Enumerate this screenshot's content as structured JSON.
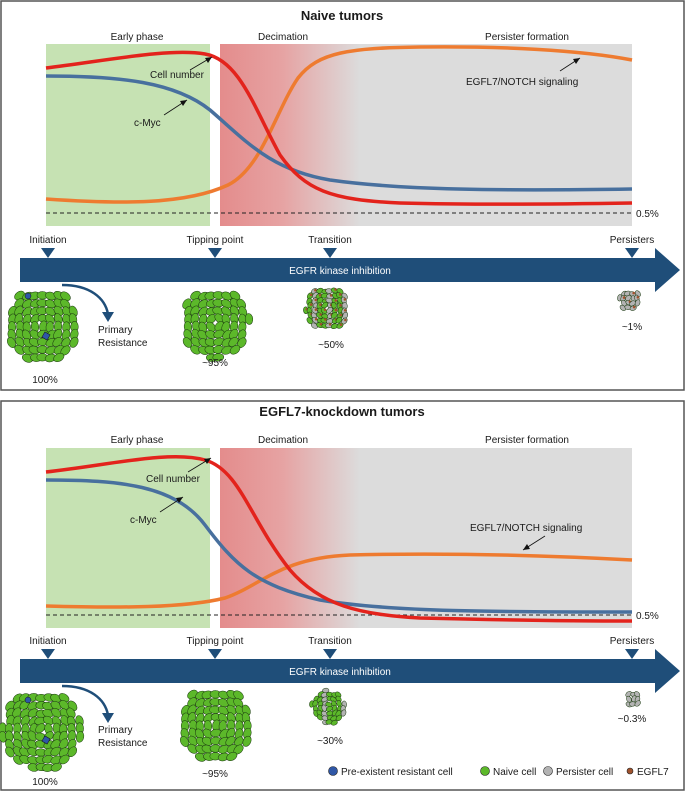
{
  "colors": {
    "early": "#c6e2b3",
    "decimation": "#e48c8c",
    "persister": "#dcdcdc",
    "cell_number": "#e3231c",
    "cmyc": "#48709e",
    "egfl7": "#ee7b30",
    "arrow": "#1f4e79",
    "naive": "#5cb82a",
    "resistant": "#2f57a6",
    "persister_cell": "#b3b3b3",
    "egfl7_dot": "#a0522d"
  },
  "panels": [
    {
      "title": "Naive tumors",
      "phases": {
        "early": "Early phase",
        "decimation": "Decimation",
        "persister": "Persister formation"
      },
      "curves": {
        "cell_number": "Cell number",
        "cmyc": "c-Myc",
        "signaling": "EGFL7/NOTCH signaling"
      },
      "baseline": "0.5%",
      "milestones": [
        "Initiation",
        "Tipping point",
        "Transition",
        "Persisters"
      ],
      "arrow_label": "EGFR kinase inhibition",
      "primary_resistance": [
        "Primary",
        "Resistance"
      ],
      "percentages": [
        "100%",
        "~95%",
        "~50%",
        "~1%"
      ]
    },
    {
      "title": "EGFL7-knockdown tumors",
      "phases": {
        "early": "Early phase",
        "decimation": "Decimation",
        "persister": "Persister formation"
      },
      "curves": {
        "cell_number": "Cell number",
        "cmyc": "c-Myc",
        "signaling": "EGFL7/NOTCH signaling"
      },
      "baseline": "0.5%",
      "milestones": [
        "Initiation",
        "Tipping point",
        "Transition",
        "Persisters"
      ],
      "arrow_label": "EGFR kinase inhibition",
      "primary_resistance": [
        "Primary",
        "Resistance"
      ],
      "percentages": [
        "100%",
        "~95%",
        "~30%",
        "~0.3%"
      ]
    }
  ],
  "legend": {
    "resistant": "Pre-existent resistant cell",
    "naive": "Naive cell",
    "persister": "Persister cell",
    "egfl7": "EGFL7"
  }
}
